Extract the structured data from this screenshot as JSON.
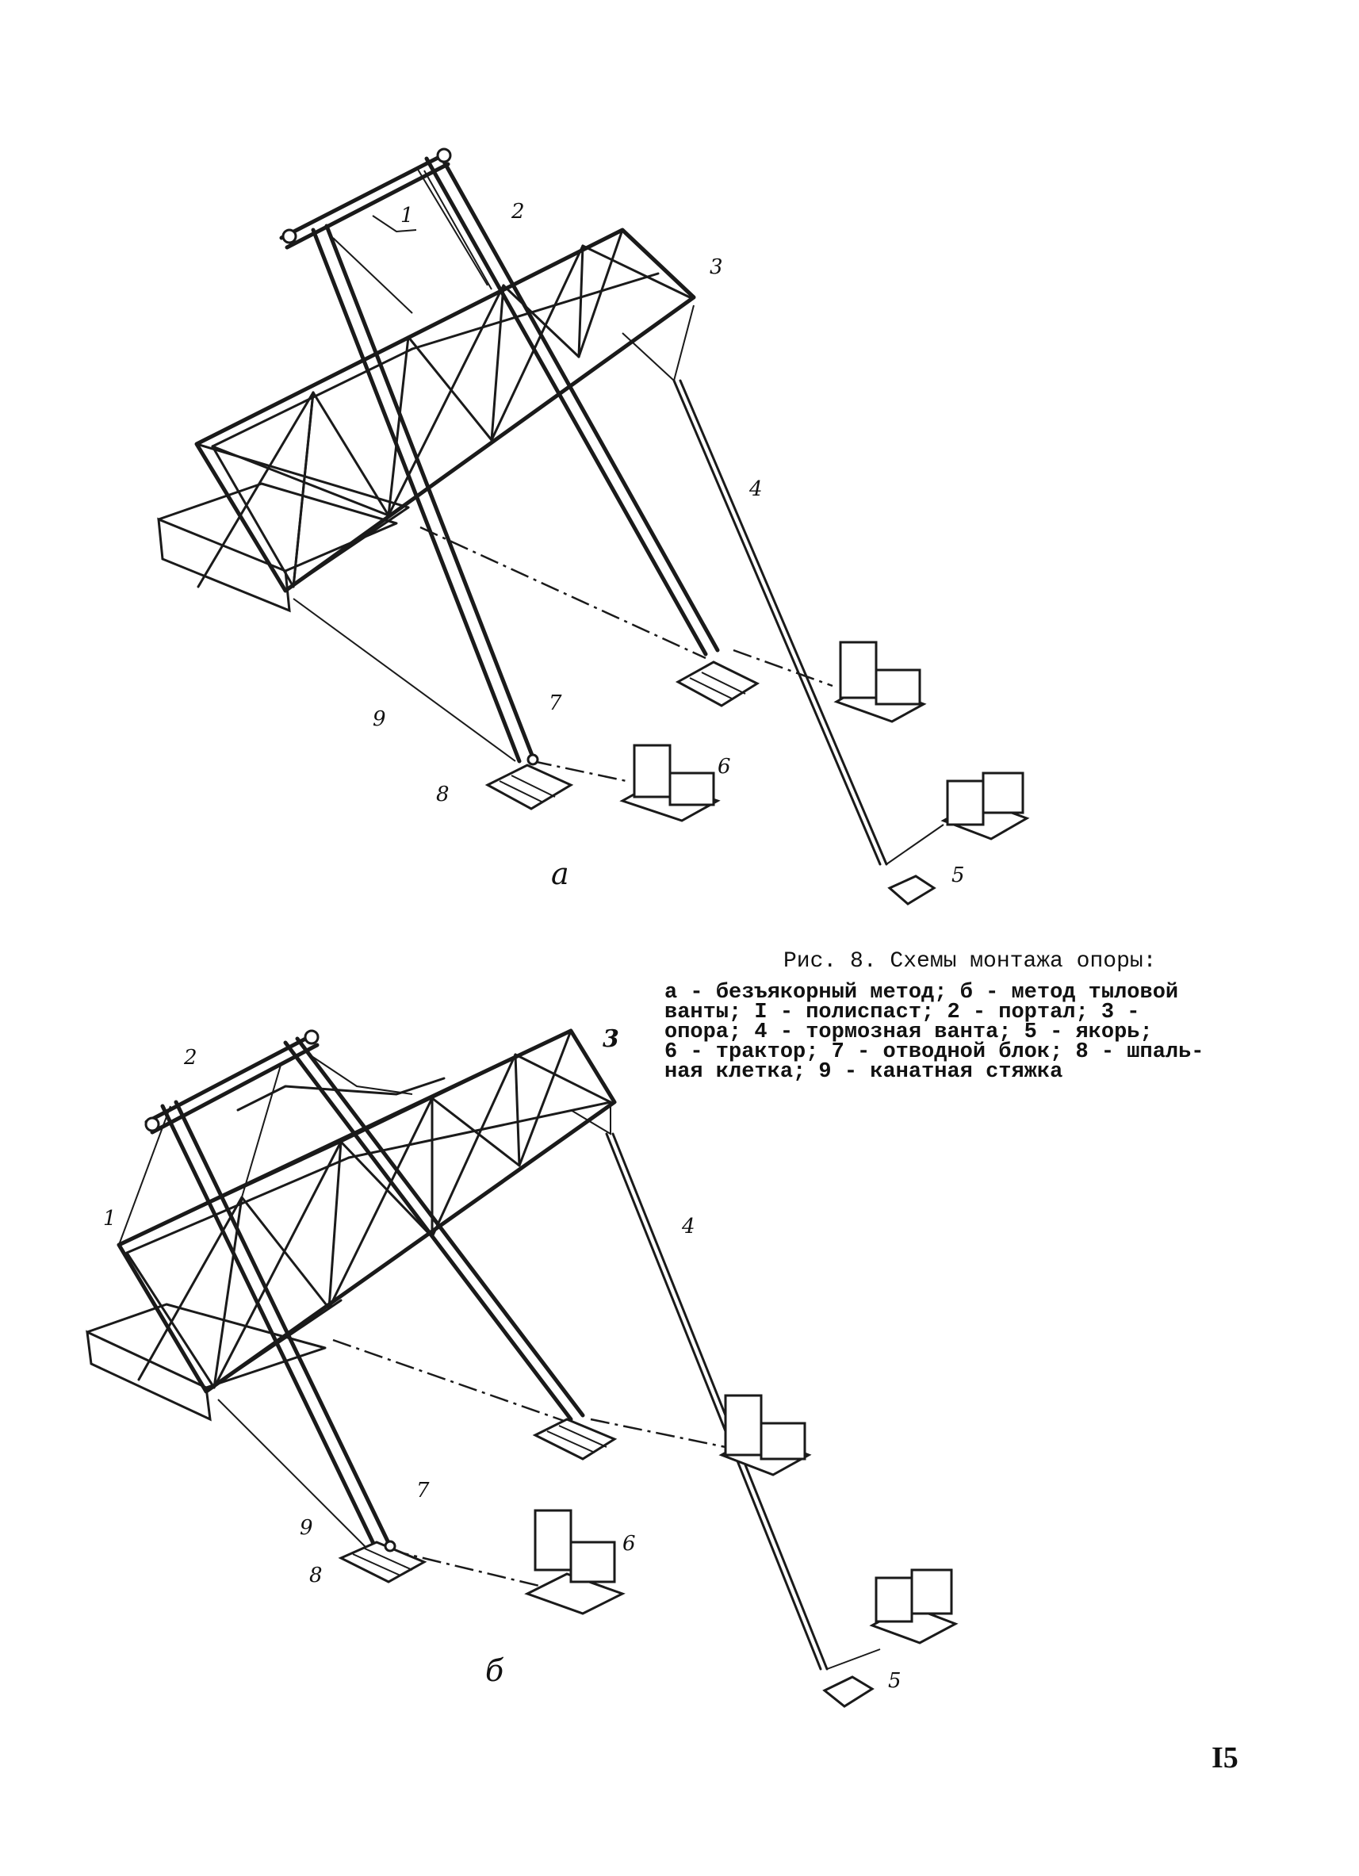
{
  "figure_a": {
    "sublabel": "а",
    "labels": {
      "l1": "1",
      "l2": "2",
      "l3": "3",
      "l4": "4",
      "l5": "5",
      "l6": "6",
      "l7": "7",
      "l8": "8",
      "l9": "9"
    }
  },
  "figure_b": {
    "sublabel": "б",
    "labels": {
      "l1": "1",
      "l2": "2",
      "l3": "3",
      "l4": "4",
      "l5": "5",
      "l6": "6",
      "l7": "7",
      "l8": "8",
      "l9": "9"
    }
  },
  "caption": {
    "title": "Рис. 8. Схемы монтажа опоры:",
    "body": "а - безъякорный метод; б - метод тыловой\nванты; I - полиспаст; 2 - портал; 3 -\nопора; 4 - тормозная ванта; 5 - якорь;\n6 - трактор; 7 - отводной блок; 8 - шпаль-\nная клетка;  9 - канатная стяжка"
  },
  "page_number": "I5"
}
